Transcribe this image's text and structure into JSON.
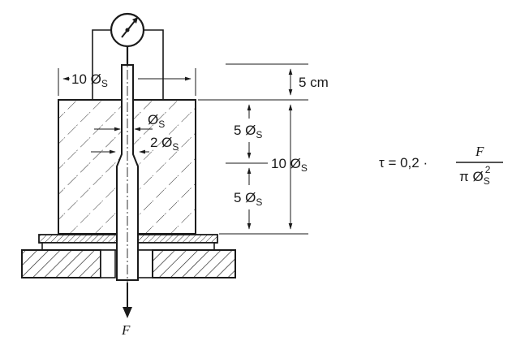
{
  "labels": {
    "width_top": "10 Ø",
    "width_top_sub": "S",
    "height_5cm": "5 cm",
    "dia_s": "Ø",
    "dia_s_sub": "S",
    "dia_2s": "2 Ø",
    "dia_2s_sub": "S",
    "upper_5s": "5 Ø",
    "upper_5s_sub": "S",
    "lower_5s": "5 Ø",
    "lower_5s_sub": "S",
    "total_10s": "10 Ø",
    "total_10s_sub": "S",
    "force": "F"
  },
  "formula": {
    "lhs": "τ = 0,2 ·",
    "numerator": "F",
    "denominator": "π Ø",
    "den_sub": "S",
    "den_sup": "2"
  }
}
